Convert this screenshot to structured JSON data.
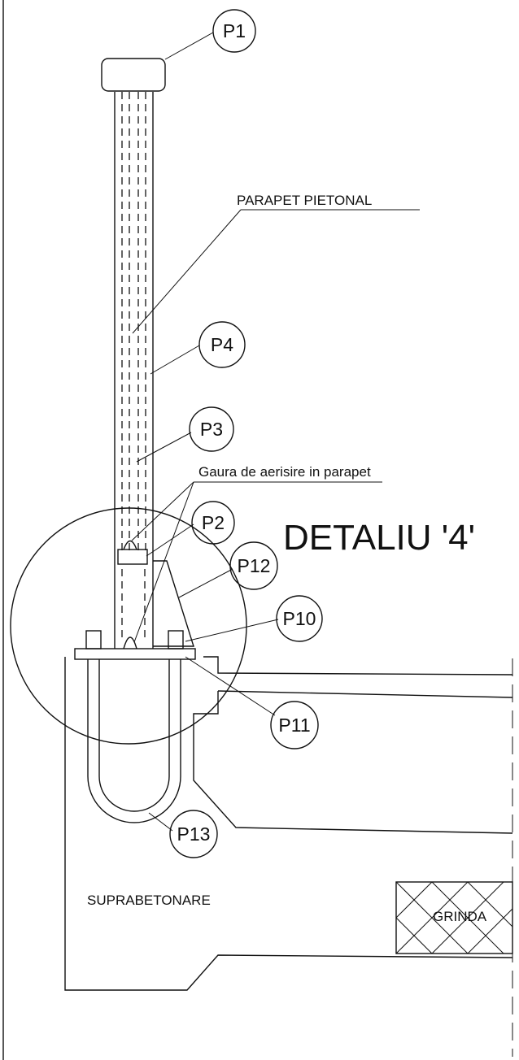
{
  "labels": {
    "p1": "P1",
    "p2": "P2",
    "p3": "P3",
    "p4": "P4",
    "p10": "P10",
    "p11": "P11",
    "p12": "P12",
    "p13": "P13"
  },
  "annotations": {
    "parapet": "PARAPET PIETONAL",
    "vent_hole": "Gaura de aerisire in parapet",
    "overlay": "SUPRABETONARE",
    "beam": "GRINDA"
  },
  "title": "DETALIU '4'"
}
